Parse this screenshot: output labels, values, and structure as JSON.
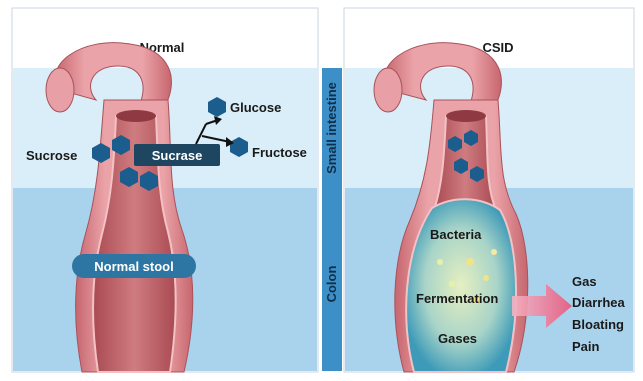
{
  "panels": {
    "left_title": "Normal",
    "right_title": "CSID"
  },
  "regions": {
    "small_intestine": "Small intestine",
    "colon": "Colon"
  },
  "normal": {
    "sucrose": "Sucrose",
    "sucrase": "Sucrase",
    "glucose": "Glucose",
    "fructose": "Fructose",
    "stool": "Normal stool"
  },
  "csid": {
    "bacteria": "Bacteria",
    "fermentation": "Fermentation",
    "gases": "Gases",
    "symptoms": [
      "Gas",
      "Diarrhea",
      "Bloating",
      "Pain"
    ]
  },
  "colors": {
    "small_intestine_bg": "#d9eef8",
    "colon_bg": "#a9d3ec",
    "divider": "#3d8fc8",
    "intestine_wall": "#e5959a",
    "intestine_inner": "#c76c70",
    "molecule": "#1b5d8c",
    "sucrase_box": "#1f4660",
    "stool_pill": "#2d76a3",
    "arrow": "#ef7f99"
  },
  "icons": {
    "molecule": "hexagon-molecule-icon",
    "arrow": "pink-arrow-icon"
  }
}
